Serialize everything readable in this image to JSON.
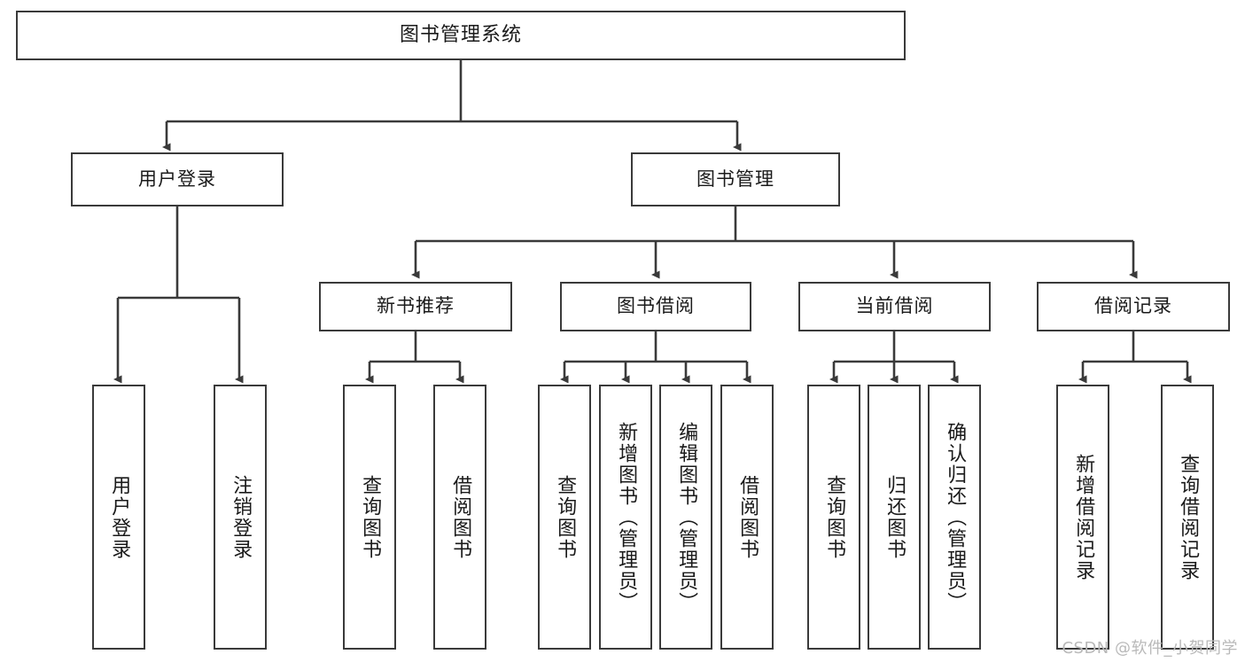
{
  "diagram": {
    "title": "图书管理系统",
    "watermark": "CSDN @软件_小贺同学",
    "colors": {
      "stroke": "#3a3a3a",
      "fill": "#ffffff",
      "text": "#1a1a1a",
      "watermark": "#b9b9b9"
    },
    "levels": {
      "root": {
        "label": "图书管理系统"
      },
      "level2": [
        {
          "label": "用户登录"
        },
        {
          "label": "图书管理"
        }
      ],
      "level3": [
        {
          "label": "新书推荐"
        },
        {
          "label": "图书借阅"
        },
        {
          "label": "当前借阅"
        },
        {
          "label": "借阅记录"
        }
      ],
      "leaves": {
        "user_login": [
          {
            "label": "用户登录"
          },
          {
            "label": "注销登录"
          }
        ],
        "new_book": [
          {
            "label": "查询图书"
          },
          {
            "label": "借阅图书"
          }
        ],
        "borrow_book": [
          {
            "label": "查询图书"
          },
          {
            "label": "新增图书（管理员）"
          },
          {
            "label": "编辑图书（管理员）"
          },
          {
            "label": "借阅图书"
          }
        ],
        "current_borrow": [
          {
            "label": "查询图书"
          },
          {
            "label": "归还图书"
          },
          {
            "label": "确认归还（管理员）"
          }
        ],
        "borrow_record": [
          {
            "label": "新增借阅记录"
          },
          {
            "label": "查询借阅记录"
          }
        ]
      }
    }
  }
}
